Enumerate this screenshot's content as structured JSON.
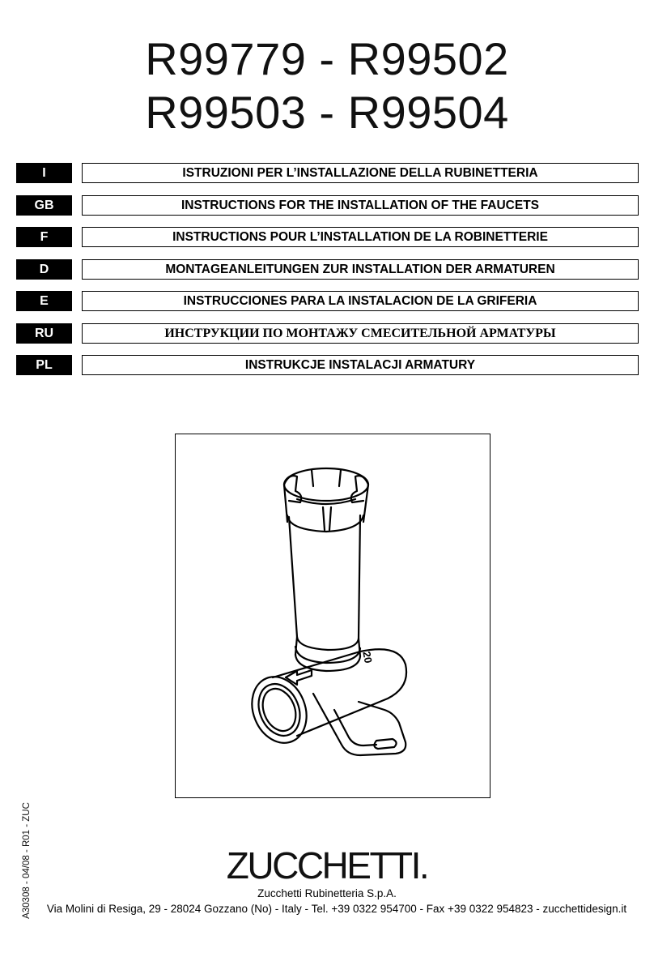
{
  "title": {
    "line1": "R99779 - R99502",
    "line2": "R99503 - R99504"
  },
  "languages": [
    {
      "code": "I",
      "text": "ISTRUZIONI PER L’INSTALLAZIONE DELLA RUBINETTERIA"
    },
    {
      "code": "GB",
      "text": "INSTRUCTIONS FOR THE INSTALLATION OF THE FAUCETS"
    },
    {
      "code": "F",
      "text": "INSTRUCTIONS POUR L’INSTALLATION DE LA ROBINETTERIE"
    },
    {
      "code": "D",
      "text": "MONTAGEANLEITUNGEN ZUR INSTALLATION DER ARMATUREN"
    },
    {
      "code": "E",
      "text": "INSTRUCCIONES PARA LA INSTALACION DE LA GRIFERIA"
    },
    {
      "code": "RU",
      "text": "ИНСТРУКЦИИ ПО МОНТАЖУ СМЕСИТЕЛЬНОЙ АРМАТУРЫ"
    },
    {
      "code": "PL",
      "text": "INSTRUKCJE INSTALACJI ARMATURY"
    }
  ],
  "side_code": "A30308 - 04/08 - R01 - ZUC",
  "logo": "ZUCCHETTI.",
  "company": "Zucchetti Rubinetteria S.p.A.",
  "address": "Via Molini di Resiga, 29 - 28024 Gozzano (No) - Italy - Tel. +39 0322 954700 - Fax +39 0322 954823 - zucchettidesign.it",
  "colors": {
    "ink": "#000000",
    "paper": "#ffffff"
  }
}
